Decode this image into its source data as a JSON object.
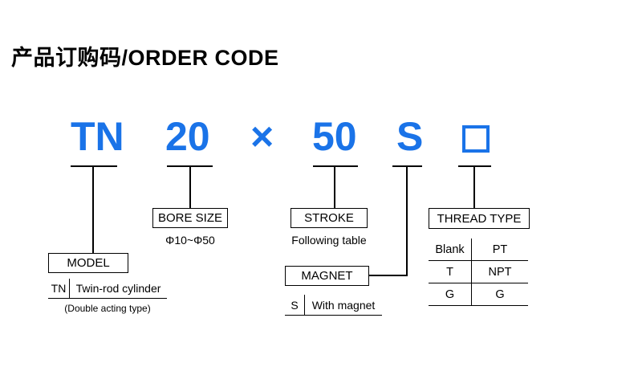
{
  "colors": {
    "accent": "#1a73e8",
    "line": "#000000"
  },
  "page": {
    "title": "产品订购码/ORDER CODE"
  },
  "order_code": {
    "model": "TN",
    "bore": "20",
    "multiply": "×",
    "stroke": "50",
    "magnet": "S",
    "thread_placeholder": "□"
  },
  "model": {
    "label": "MODEL",
    "rows": [
      {
        "code": "TN",
        "desc": "Twin-rod cylinder"
      }
    ],
    "note": "(Double acting type)"
  },
  "bore": {
    "label": "BORE SIZE",
    "value": "Φ10~Φ50"
  },
  "stroke": {
    "label": "STROKE",
    "value": "Following table"
  },
  "magnet": {
    "label": "MAGNET",
    "rows": [
      {
        "code": "S",
        "desc": "With magnet"
      }
    ]
  },
  "thread": {
    "label": "THREAD TYPE",
    "rows": [
      {
        "code": "Blank",
        "desc": "PT"
      },
      {
        "code": "T",
        "desc": "NPT"
      },
      {
        "code": "G",
        "desc": "G"
      }
    ]
  }
}
